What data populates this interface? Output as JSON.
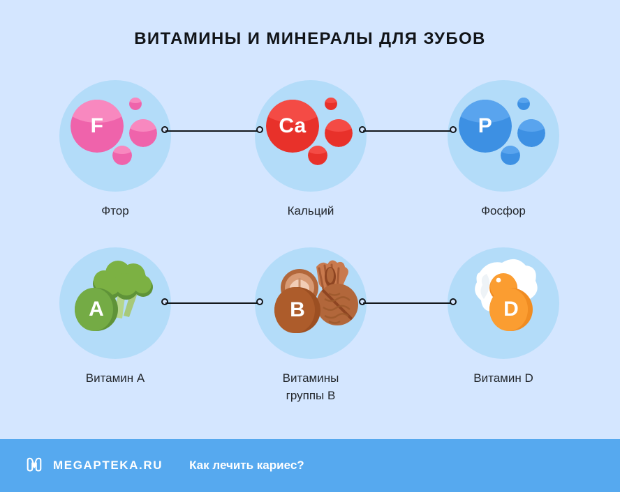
{
  "page": {
    "title": "ВИТАМИНЫ И МИНЕРАЛЫ ДЛЯ ЗУБОВ",
    "background_color": "#d4e6ff",
    "disc_color": "#b3dcf9"
  },
  "nodes": [
    {
      "id": "fluorine",
      "symbol": "F",
      "caption": "Фтор",
      "accent": "#f472b6",
      "icon": "mineral-spheres-icon",
      "row": 1,
      "column": 1
    },
    {
      "id": "calcium",
      "symbol": "Ca",
      "caption": "Кальций",
      "accent": "#f0423b",
      "icon": "mineral-spheres-icon",
      "row": 1,
      "column": 2
    },
    {
      "id": "phosphorus",
      "symbol": "P",
      "caption": "Фосфор",
      "accent": "#4d9bea",
      "icon": "mineral-spheres-icon",
      "row": 1,
      "column": 3
    },
    {
      "id": "vitamin-a",
      "symbol": "A",
      "caption": "Витамин А",
      "accent": "#74ab45",
      "icon": "broccoli-icon",
      "row": 2,
      "column": 1
    },
    {
      "id": "vitamin-b",
      "symbol": "B",
      "caption": "Витамины\nгруппы В",
      "accent": "#ad5c2b",
      "icon": "walnut-icon",
      "row": 2,
      "column": 2
    },
    {
      "id": "vitamin-d",
      "symbol": "D",
      "caption": "Витамин D",
      "accent": "#fb9d31",
      "icon": "fried-egg-icon",
      "row": 2,
      "column": 3
    }
  ],
  "connectors": [
    {
      "id": "conn-fluorine-calcium",
      "from": "fluorine",
      "to": "calcium"
    },
    {
      "id": "conn-calcium-phosphorus",
      "from": "calcium",
      "to": "phosphorus"
    },
    {
      "id": "conn-vitamin-a-b",
      "from": "vitamin-a",
      "to": "vitamin-b"
    },
    {
      "id": "conn-vitamin-b-d",
      "from": "vitamin-b",
      "to": "vitamin-d"
    }
  ],
  "footer": {
    "brand": "MEGAPTEKA.RU",
    "link": "Как лечить кариес?",
    "background_color": "#56a9ef",
    "text_color": "#ffffff"
  }
}
